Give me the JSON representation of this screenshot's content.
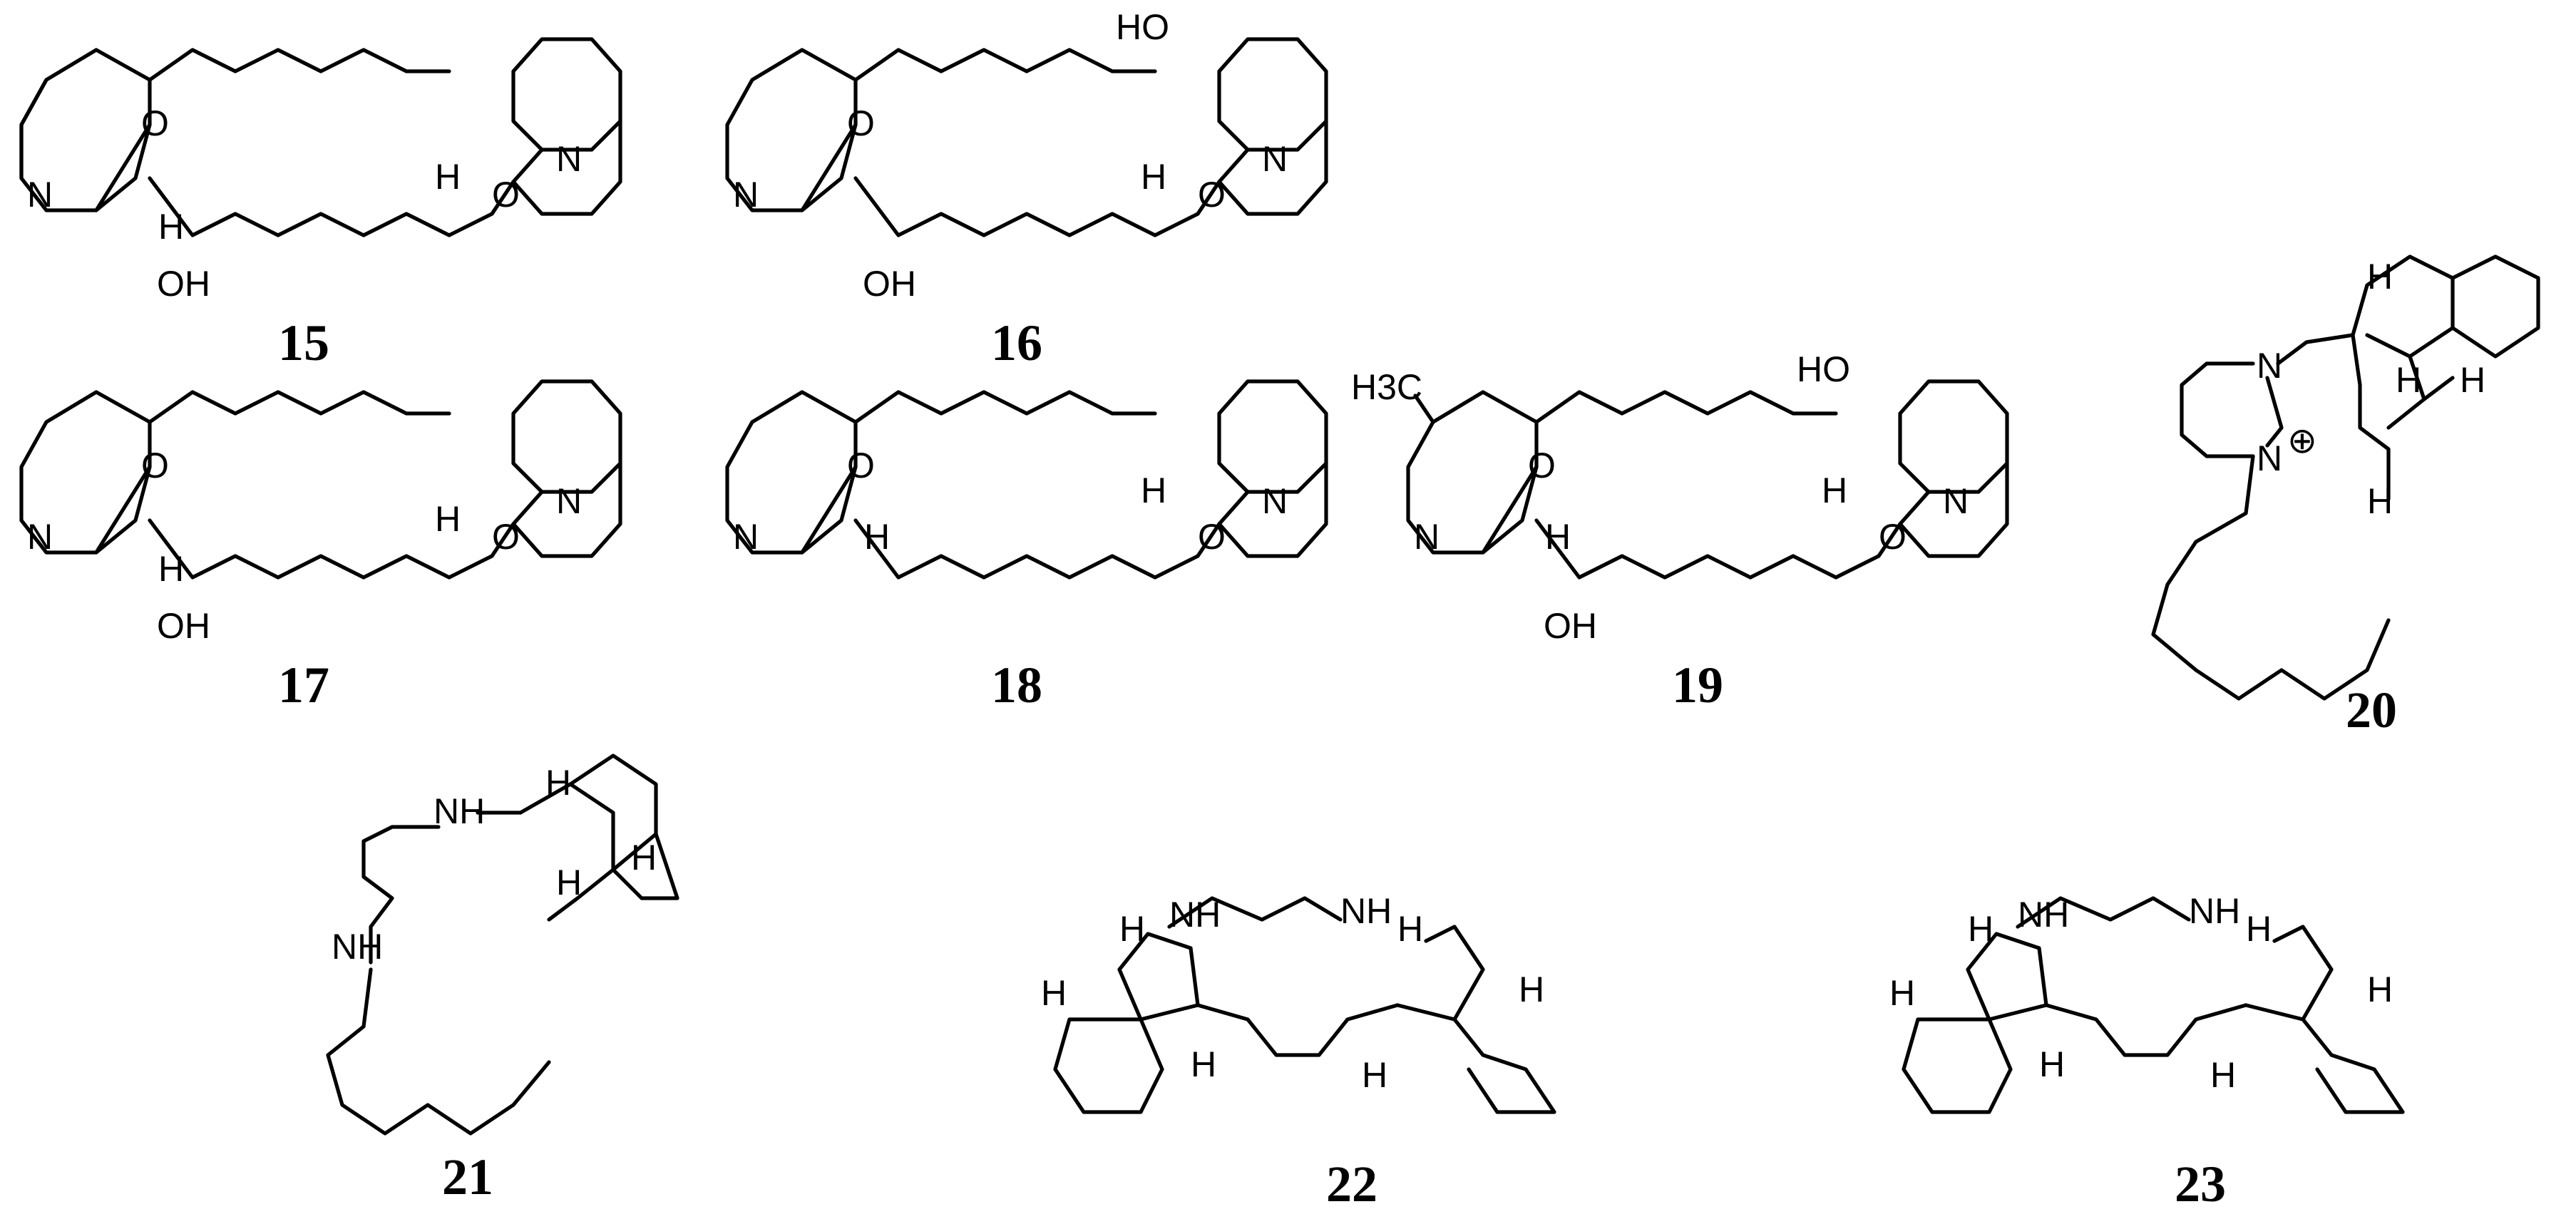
{
  "compounds": [
    {
      "label": "15"
    },
    {
      "label": "16"
    },
    {
      "label": "17"
    },
    {
      "label": "18"
    },
    {
      "label": "19"
    },
    {
      "label": "20"
    },
    {
      "label": "21"
    },
    {
      "label": "22"
    },
    {
      "label": "23"
    }
  ],
  "atoms": {
    "n": "N",
    "o": "O",
    "h": "H",
    "oh": "OH",
    "ho": "HO",
    "nh": "NH",
    "h3c": "H3C",
    "charge": "⊕"
  }
}
